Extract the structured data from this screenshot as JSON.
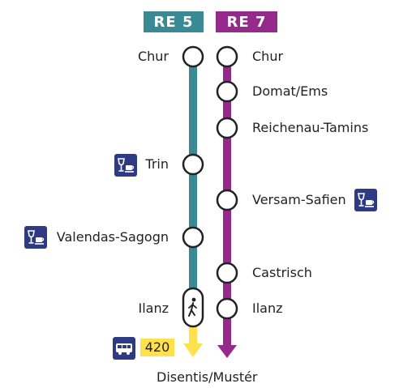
{
  "routes": {
    "re5": {
      "label": "RE 5",
      "color": "#3a8a96"
    },
    "re7": {
      "label": "RE 7",
      "color": "#962a8c"
    }
  },
  "re5_stations": [
    "Chur",
    "Trin",
    "Valendas-Sagogn",
    "Ilanz"
  ],
  "re7_stations": [
    "Chur",
    "Domat/Ems",
    "Reichenau-Tamins",
    "Versam-Safien",
    "Castrisch",
    "Ilanz"
  ],
  "bus": {
    "line": "420",
    "color": "#ffe04d"
  },
  "destination": "Disentis/Mustér",
  "icons": {
    "restaurant": "restaurant-icon",
    "bus": "bus-icon",
    "walk": "pedestrian-icon"
  },
  "colors": {
    "icon_bg": "#2e3a82",
    "station_ring": "#222222"
  }
}
